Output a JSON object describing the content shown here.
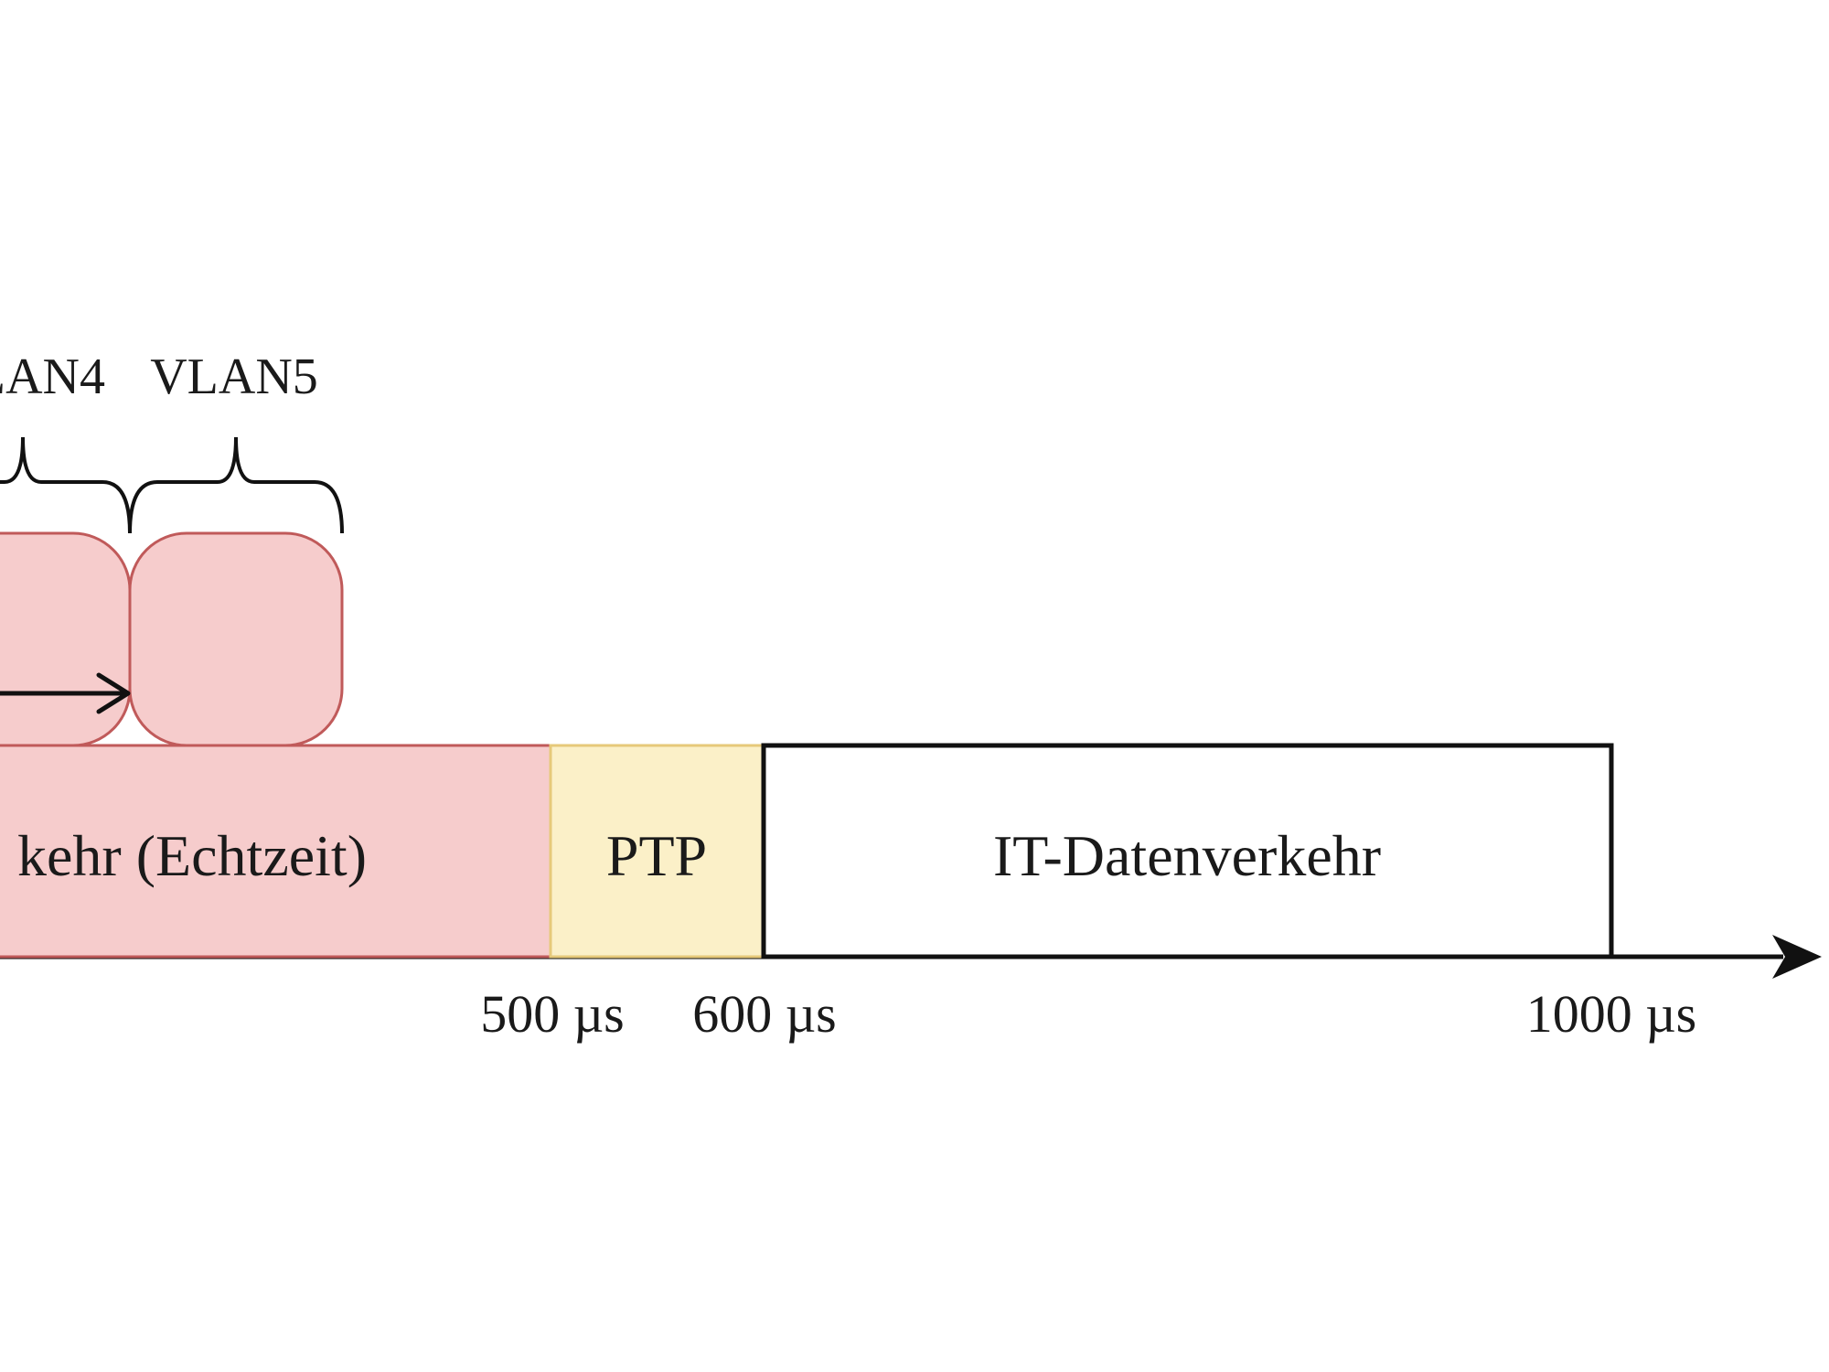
{
  "diagram": {
    "segments": {
      "realtime": {
        "label": "kehr (Echtzeit)",
        "fill": "#f6cccc",
        "stroke": "#c05a5a"
      },
      "ptp": {
        "label": "PTP",
        "fill": "#fbf0c8",
        "stroke": "#e6c97a"
      },
      "it": {
        "label": "IT-Datenverkehr",
        "fill": "#ffffff",
        "stroke": "#111111"
      }
    },
    "ticks": {
      "t500": "500 µs",
      "t600": "600 µs",
      "t1000": "1000 µs"
    },
    "vlans": {
      "vlan4": "LAN4",
      "vlan5": "VLAN5"
    },
    "frame_fill": "#f6cccc",
    "frame_stroke": "#c05a5a",
    "axis_color": "#111111"
  }
}
